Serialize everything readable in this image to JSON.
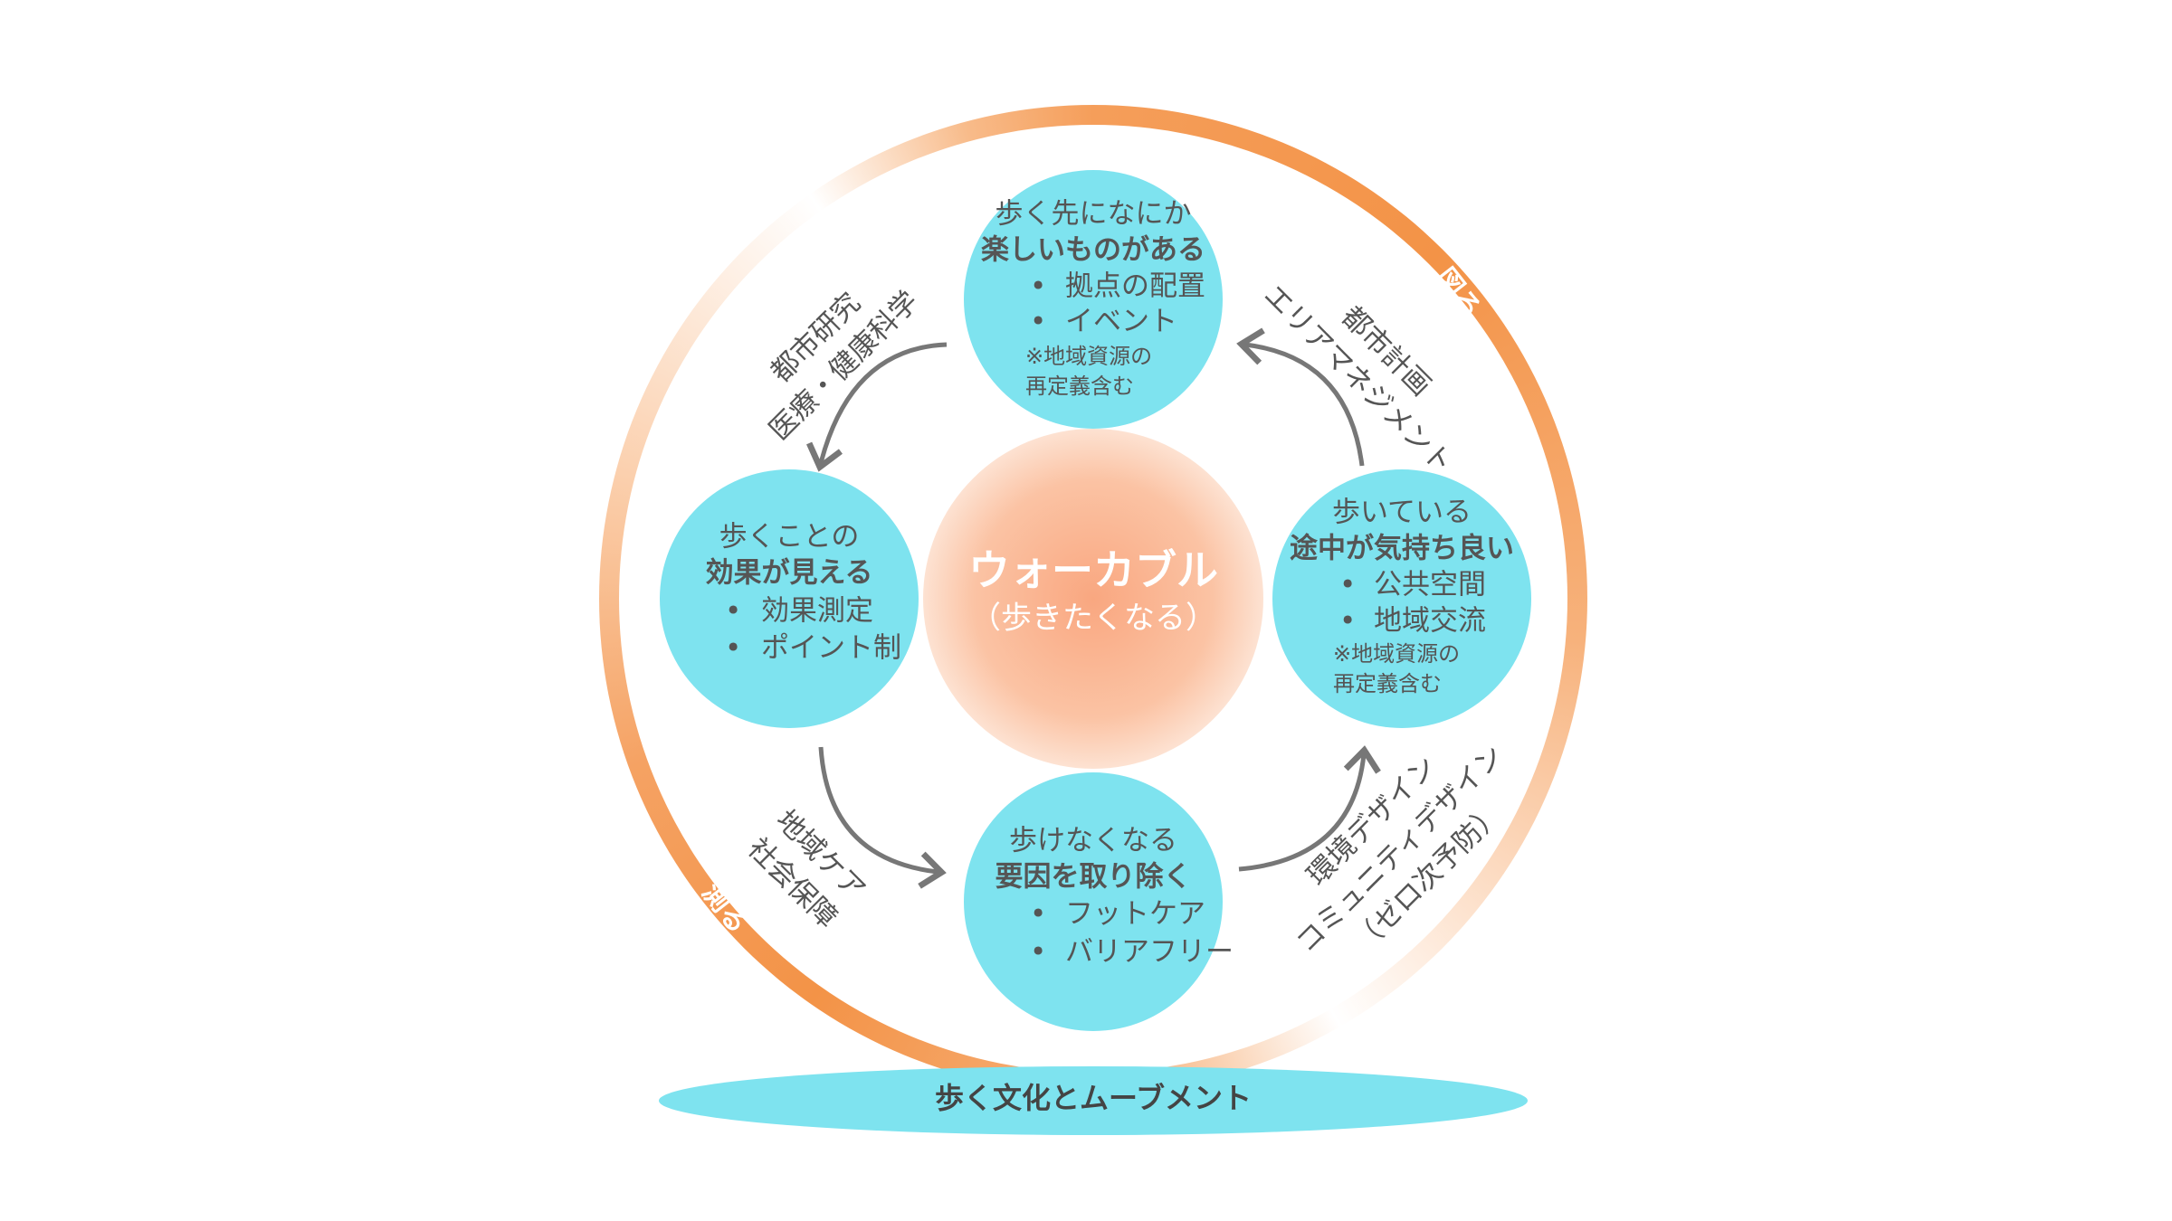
{
  "center": {
    "title": "ウォーカブル",
    "subtitle": "（歩きたくなる）"
  },
  "top_circle": {
    "line1": "歩く先になにか",
    "line2": "楽しいものがある",
    "bullets": [
      "拠点の配置",
      "イベント"
    ],
    "note1": "※地域資源の",
    "note2": "再定義含む"
  },
  "left_circle": {
    "line1": "歩くことの",
    "line2": "効果が見える",
    "bullets": [
      "効果測定",
      "ポイント制"
    ]
  },
  "right_circle": {
    "line1": "歩いている",
    "line2": "途中が気持ち良い",
    "bullets": [
      "公共空間",
      "地域交流"
    ],
    "note1": "※地域資源の",
    "note2": "再定義含む"
  },
  "bottom_circle": {
    "line1": "歩けなくなる",
    "line2": "要因を取り除く",
    "bullets": [
      "フットケア",
      "バリアフリー"
    ]
  },
  "bullet_symbol": "•",
  "side_labels": {
    "top_left": [
      "都市研究",
      "医療・健康科学"
    ],
    "top_right": [
      "都市計画",
      "エリアマネジメント"
    ],
    "bottom_left": [
      "地域ケア",
      "社会保障"
    ],
    "bottom_right": [
      "環境デザイン",
      "コミュニティデザイン",
      "（ゼロ次予防）"
    ]
  },
  "ring_labels": {
    "plan": "図る",
    "measure": "測る"
  },
  "base": {
    "label": "歩く文化とムーブメント"
  },
  "colors": {
    "cyan": "#7ee3ef",
    "orange": "#f39347",
    "peach": "#fbc3a2",
    "text": "#555555"
  }
}
